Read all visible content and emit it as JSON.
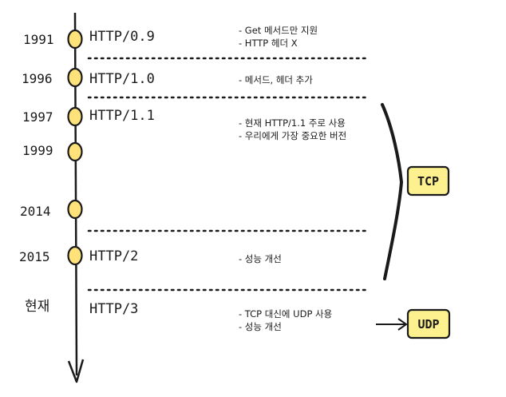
{
  "timeline": [
    {
      "year": "1991",
      "version": "HTTP/0.9",
      "notes": [
        "- Get 메서드만 지원",
        "- HTTP 헤더 X"
      ]
    },
    {
      "year": "1996",
      "version": "HTTP/1.0",
      "notes": [
        "- 메서드, 헤더 추가"
      ]
    },
    {
      "year": "1997",
      "version": "HTTP/1.1",
      "notes": [
        "- 현재 HTTP/1.1 주로 사용",
        "- 우리에게 가장 중요한 버전"
      ]
    },
    {
      "year": "1999",
      "version": "",
      "notes": []
    },
    {
      "year": "2014",
      "version": "",
      "notes": []
    },
    {
      "year": "2015",
      "version": "HTTP/2",
      "notes": [
        "- 성능 개선"
      ]
    },
    {
      "year": "현재",
      "version": "HTTP/3",
      "notes": [
        "- TCP 대신에 UDP 사용",
        "- 성능 개선"
      ]
    }
  ],
  "transports": {
    "tcp": {
      "label": "TCP"
    },
    "udp": {
      "label": "UDP"
    }
  },
  "colors": {
    "marker_fill": "#ffe37a",
    "tag_fill": "#fdf08e",
    "line": "#1a1a1a"
  }
}
